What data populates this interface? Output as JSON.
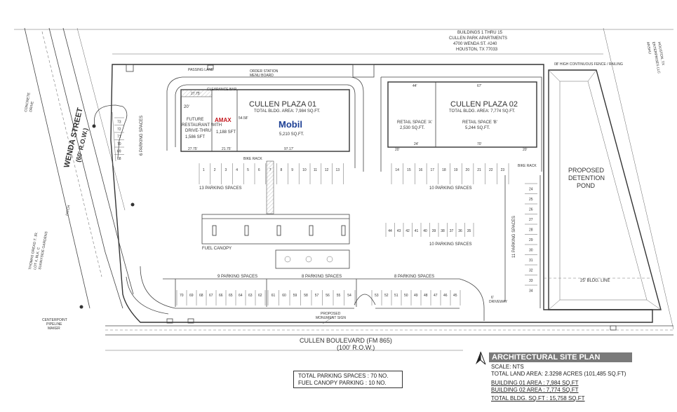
{
  "top_note": {
    "line1": "BUILDINGS 1 THRU 15",
    "line2": "CULLEN PARK APARTMENTS",
    "line3": "4700 WENDA ST. #240",
    "line4": "HOUSTON, TX 77033"
  },
  "streets": {
    "wenda_name": "WENDA STREET",
    "wenda_row": "(60' R.O.W.)",
    "cullen_name": "CULLEN BOULEVARD (FM 865)",
    "cullen_row": "(100' R.O.W.)"
  },
  "buildings": {
    "plaza1": {
      "name": "CULLEN PLAZA 01",
      "area": "TOTAL BLDG. AREA: 7,984 SQ.FT.",
      "restaurant": [
        "FUTURE",
        "RESTAURANT WITH",
        "DRIVE-THRU"
      ],
      "restaurant_area": "1,586 SFT",
      "amax_logo": "AMAX",
      "amax_area": "1,188 SFT",
      "mobil_logo": "Mobil",
      "mobil_area": "5,210 SQ.FT."
    },
    "plaza2": {
      "name": "CULLEN PLAZA 02",
      "area": "TOTAL BLDG. AREA: 7,774 SQ.FT.",
      "space_a": "RETAIL SPACE 'A'",
      "space_a_area": "2,530 SQ.FT.",
      "space_b": "RETAIL SPACE 'B'",
      "space_b_area": "5,244 SQ.FT."
    }
  },
  "labels": {
    "parking_13": "13 PARKING SPACES",
    "parking_10a": "10 PARKING SPACES",
    "parking_10b": "10 PARKING SPACES",
    "parking_9": "9 PARKING SPACES",
    "parking_8a": "8 PARKING SPACES",
    "parking_8b": "8 PARKING SPACES",
    "parking_11": "11 PARKING SPACES",
    "parking_6": "6 PARKING SPACES",
    "fuel_canopy": "FUEL CANOPY",
    "bike_rack_1": "BIKE RACK",
    "bike_rack_2": "BIKE RACK",
    "detention": [
      "PROPOSED",
      "DETENTION",
      "POND"
    ],
    "bldg_line": "25' BLDG. LINE",
    "fence": "08' HIGH CONTINUOUS FENCE / RAILING",
    "monument": [
      "PROPOSED",
      "MONUMENT SIGN"
    ],
    "pipeline": [
      "CENTERPOINT",
      "PIPELINE",
      "MAKER"
    ],
    "ditch": "DITCH",
    "driveway": [
      "6'",
      "DRIVEWAY"
    ],
    "clearance": "CLEARANCE BAR",
    "order_station": [
      "ORDER STATION",
      "MENU BOARD"
    ],
    "passing_lane": "PASSING LANE",
    "lot_left": [
      "THOMAS OREAD T. JR.",
      "LOT 4, BLK. C",
      "SUNNYSIDE GARDENS"
    ],
    "lot_top_left": [
      "CONCRETE",
      "DRIVE"
    ],
    "lot_right": [
      "ANSHU",
      "ENTERPRISES LLC",
      "HOUSTON, TX"
    ]
  },
  "stall_numbers": {
    "top_row_1": [
      "1",
      "2",
      "3",
      "4",
      "5",
      "6",
      "7",
      "8",
      "9",
      "10",
      "11",
      "12",
      "13"
    ],
    "top_row_2": [
      "14",
      "15",
      "16",
      "17",
      "18",
      "19",
      "20",
      "21",
      "22",
      "23"
    ],
    "middle_row": [
      "44",
      "43",
      "42",
      "41",
      "40",
      "39",
      "38",
      "37",
      "36",
      "35"
    ],
    "right_col": [
      "24",
      "25",
      "26",
      "27",
      "28",
      "29",
      "30",
      "31",
      "32",
      "33",
      "34"
    ],
    "bottom_left": [
      "70",
      "69",
      "68",
      "67",
      "66",
      "65",
      "64",
      "63",
      "62"
    ],
    "bottom_mid": [
      "61",
      "60",
      "59",
      "58",
      "57",
      "56",
      "55",
      "54"
    ],
    "bottom_right": [
      "53",
      "52",
      "51",
      "50",
      "49",
      "48",
      "47",
      "46",
      "45"
    ],
    "left_col": [
      "73",
      "72",
      "71",
      "70",
      "69",
      "68"
    ]
  },
  "site_info": {
    "title": "ARCHITECTURAL SITE PLAN",
    "scale": "SCALE: NTS",
    "land_area": "TOTAL LAND AREA: 2.3298 ACRES (101,485 SQ.FT)",
    "building_01": "BUILDING 01  AREA   :  7,984 SQ.FT",
    "building_02": "BUILDING 02  AREA   :  7,774 SQ.FT",
    "total_bldg": "TOTAL BLDG. SQ.FT   :  15,758 SQ.FT"
  },
  "parking_totals": {
    "total": "TOTAL PARKING SPACES  :  70 NO.",
    "fuel": "FUEL CANOPY PARKING  :  10 NO."
  }
}
